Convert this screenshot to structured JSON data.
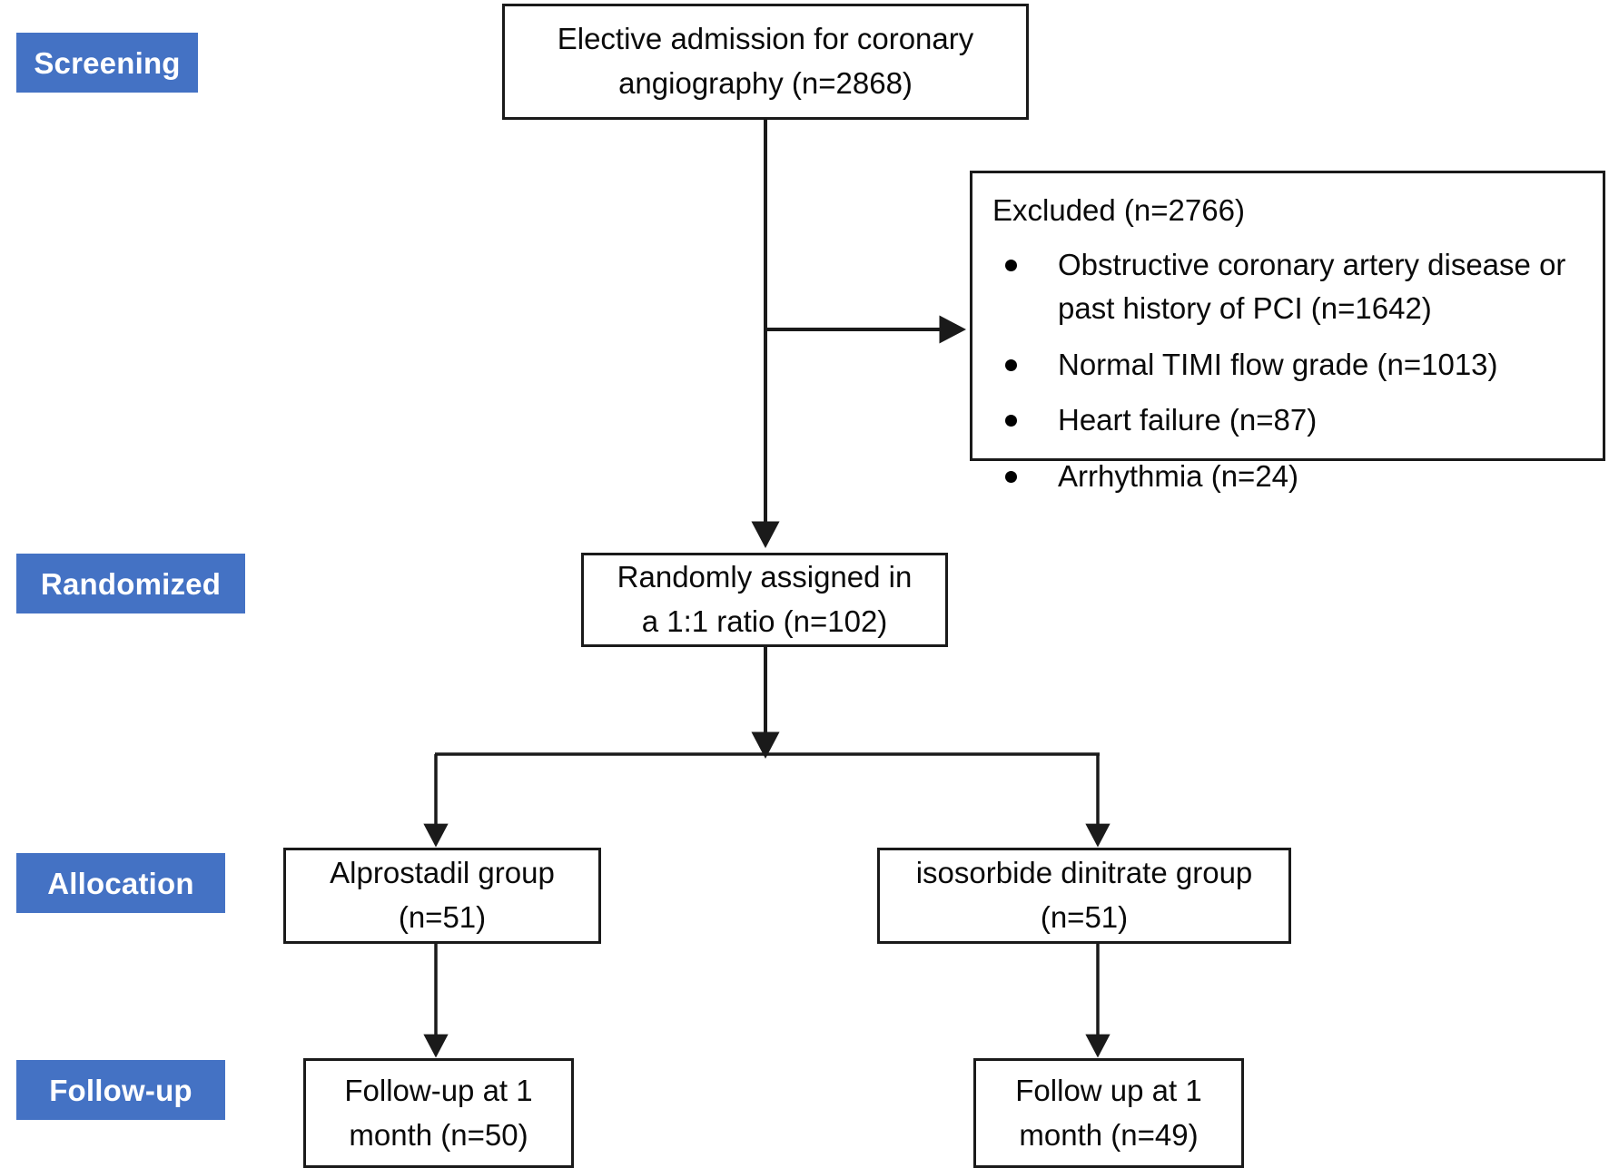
{
  "diagram": {
    "type": "consort-flow-diagram",
    "title": "CONSORT participant flow",
    "accent_color": "#4472c4",
    "line_color": "#1a1a1a",
    "stages": [
      {
        "id": "screening",
        "label": "Screening"
      },
      {
        "id": "randomized",
        "label": "Randomized"
      },
      {
        "id": "allocation",
        "label": "Allocation"
      },
      {
        "id": "followup",
        "label": "Follow-up"
      }
    ],
    "nodes": {
      "screening_box": {
        "lines": [
          "Elective admission for coronary",
          "angiography (n=2868)"
        ],
        "n": 2868
      },
      "excluded_box": {
        "title": "Excluded (n=2766)",
        "n": 2766,
        "reasons": [
          {
            "lines": [
              "Obstructive coronary artery disease",
              "or past history of PCI (n=1642)"
            ],
            "n": 1642
          },
          {
            "lines": [
              "Normal TIMI flow grade (n=1013)"
            ],
            "n": 1013
          },
          {
            "lines": [
              "Heart failure (n=87)"
            ],
            "n": 87
          },
          {
            "lines": [
              "Arrhythmia (n=24)"
            ],
            "n": 24
          }
        ]
      },
      "randomized_box": {
        "lines": [
          "Randomly assigned in",
          "a 1:1 ratio (n=102)"
        ],
        "n": 102
      },
      "alprostadil_box": {
        "lines": [
          "Alprostadil group",
          "(n=51)"
        ],
        "n": 51
      },
      "isosorbide_box": {
        "lines": [
          "isosorbide dinitrate group",
          "(n=51)"
        ],
        "n": 51
      },
      "followup_left_box": {
        "lines": [
          "Follow-up at 1",
          "month (n=50)"
        ],
        "n": 50
      },
      "followup_right_box": {
        "lines": [
          "Follow up at 1",
          "month (n=49)"
        ],
        "n": 49
      }
    }
  }
}
